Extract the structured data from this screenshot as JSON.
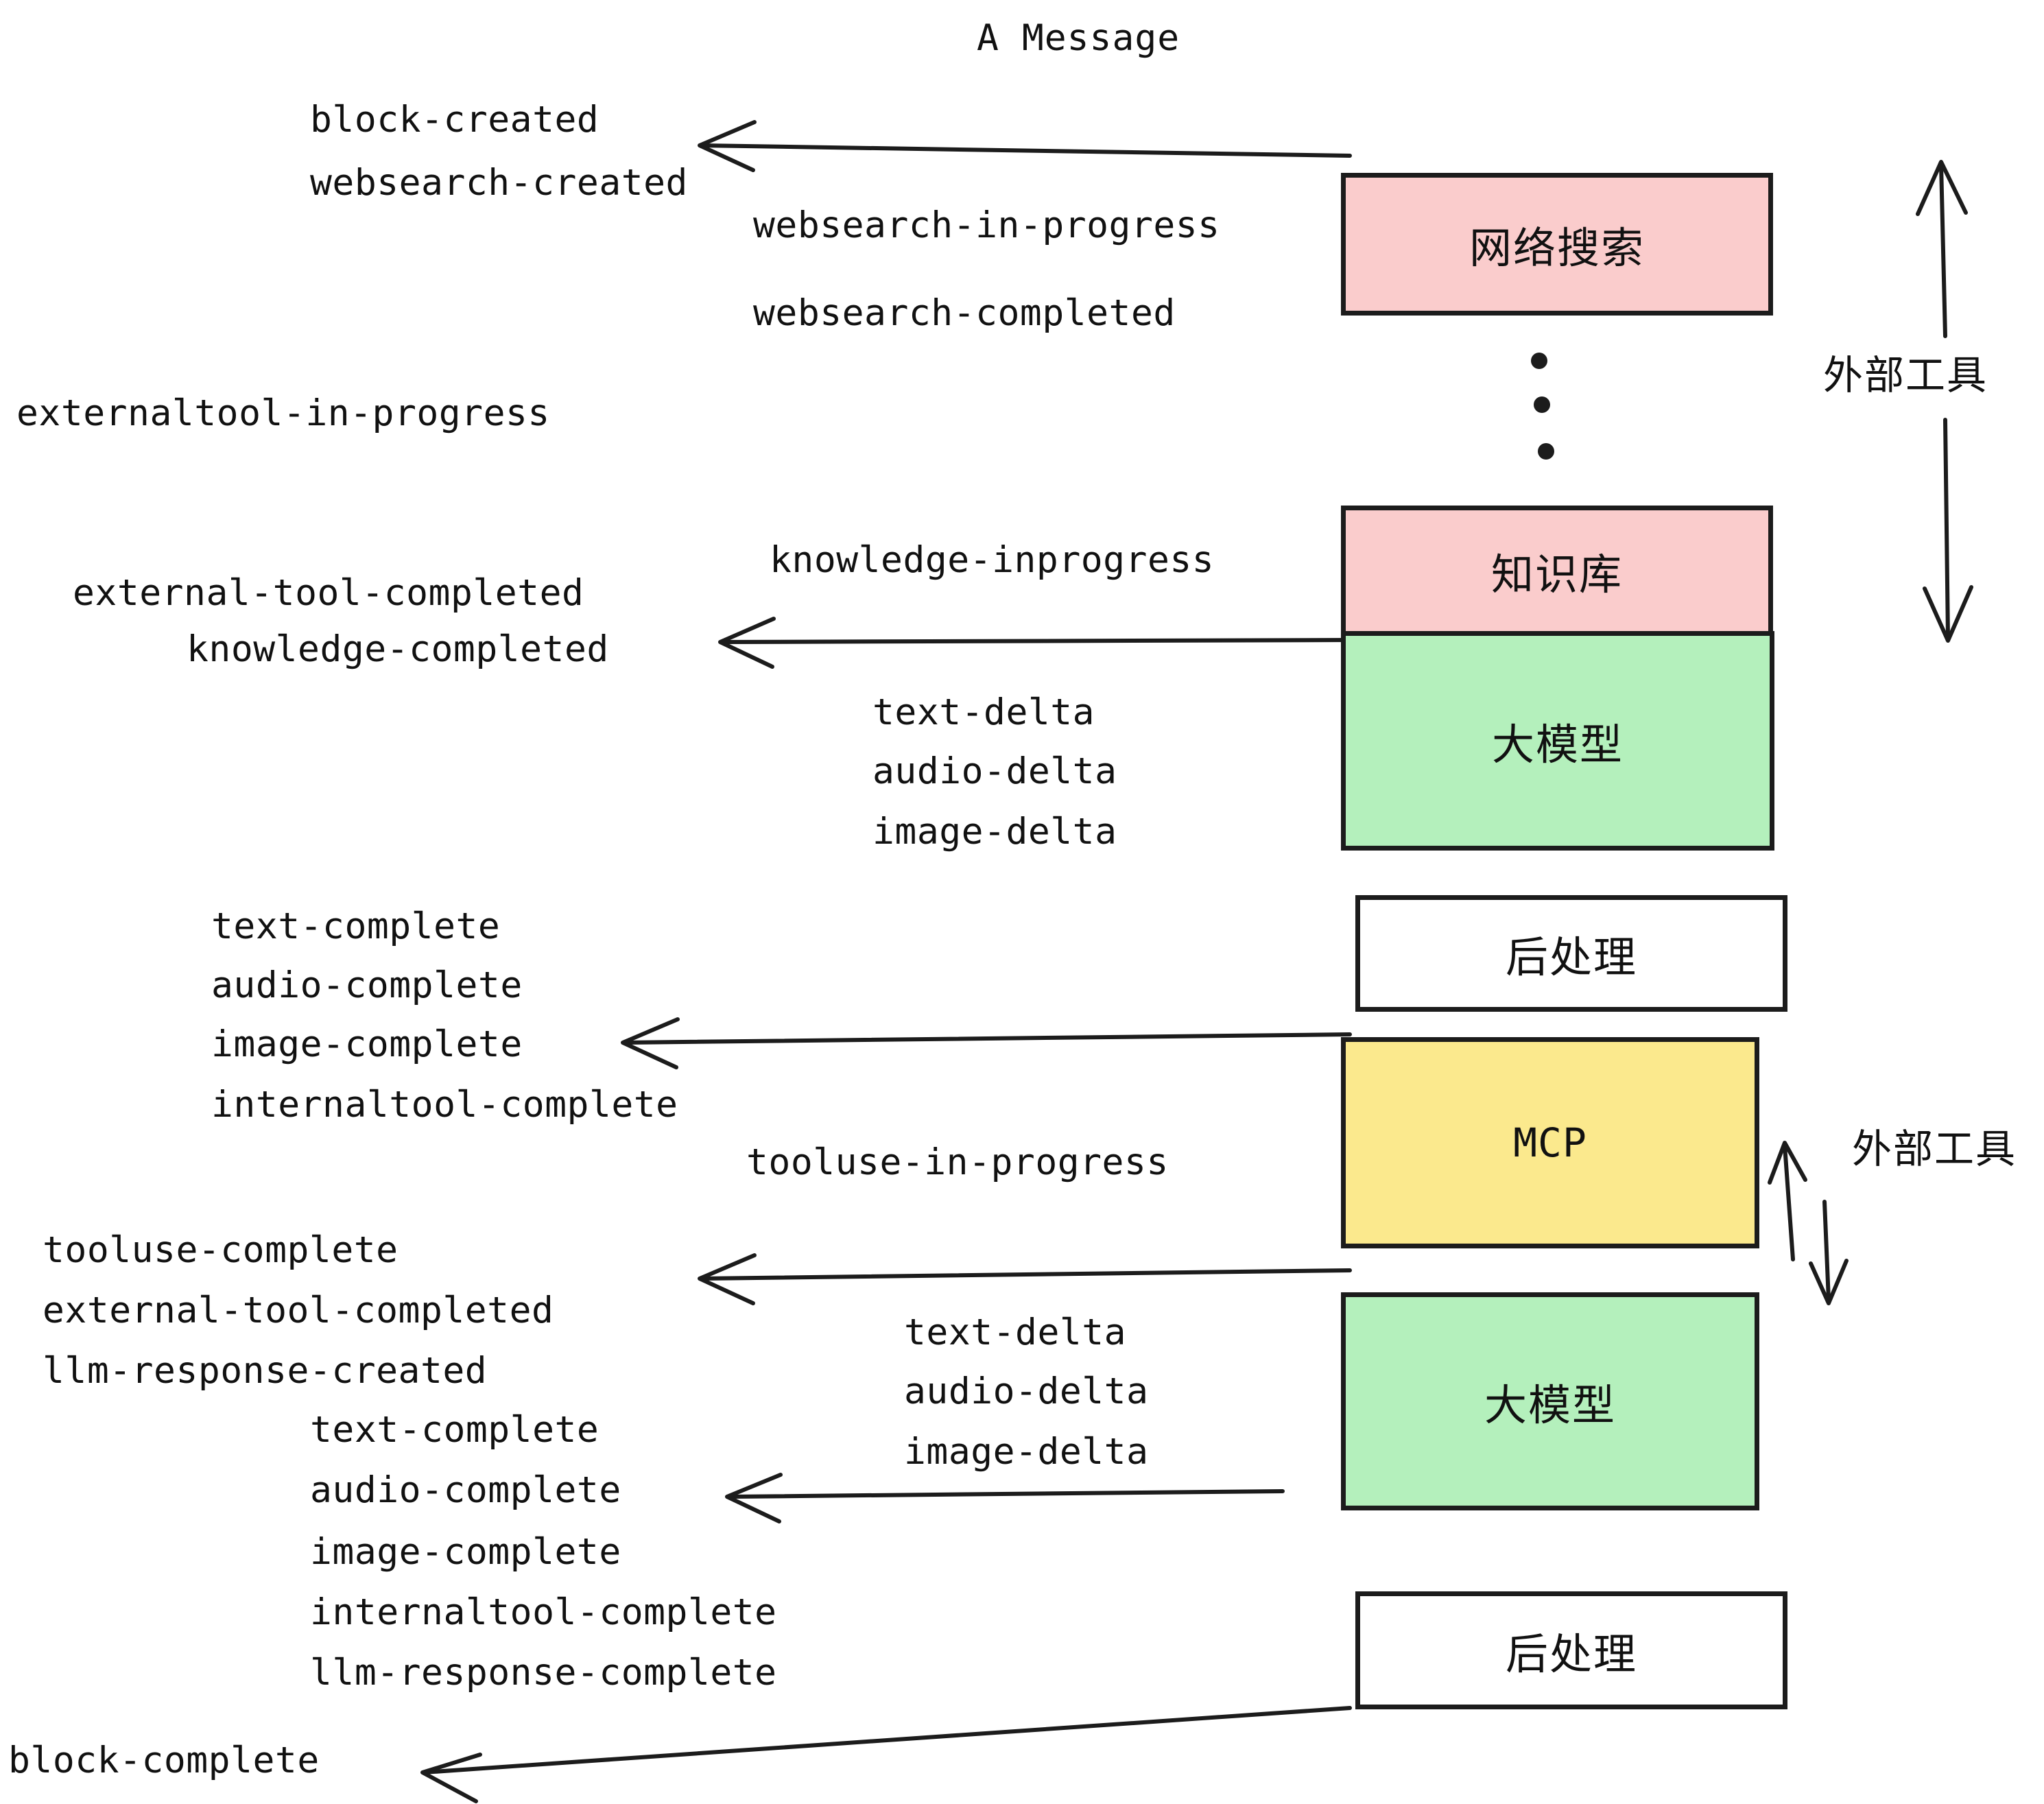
{
  "title": "A Message",
  "colors": {
    "pink": "#FACCCC",
    "green": "#B4F0BC",
    "yellow": "#FBE98D",
    "white": "#FFFFFF",
    "stroke": "#1C1C1C",
    "text": "#111111"
  },
  "nodes": [
    {
      "id": "websearch",
      "label": "网络搜索",
      "fill": "#FACCCC"
    },
    {
      "id": "knowledge",
      "label": "知识库",
      "fill": "#FACCCC"
    },
    {
      "id": "llm-1",
      "label": "大模型",
      "fill": "#B4F0BC"
    },
    {
      "id": "postproc-1",
      "label": "后处理",
      "fill": "#FFFFFF"
    },
    {
      "id": "mcp",
      "label": "MCP",
      "fill": "#FBE98D"
    },
    {
      "id": "llm-2",
      "label": "大模型",
      "fill": "#B4F0BC"
    },
    {
      "id": "postproc-2",
      "label": "后处理",
      "fill": "#FFFFFF"
    }
  ],
  "group_labels": {
    "external_tools_top": "外部工具",
    "external_tools_bottom": "外部工具"
  },
  "events": {
    "block_created": "block-created",
    "websearch_created": "websearch-created",
    "websearch_in_progress": "websearch-in-progress",
    "websearch_completed": "websearch-completed",
    "externaltool_in_progress": "externaltool-in-progress",
    "knowledge_inprogress": "knowledge-inprogress",
    "external_tool_completed_1": "external-tool-completed",
    "knowledge_completed": "knowledge-completed",
    "text_delta_1": "text-delta",
    "audio_delta_1": "audio-delta",
    "image_delta_1": "image-delta",
    "text_complete_1": "text-complete",
    "audio_complete_1": "audio-complete",
    "image_complete_1": "image-complete",
    "internaltool_complete_1": "internaltool-complete",
    "tooluse_in_progress": "tooluse-in-progress",
    "tooluse_complete": "tooluse-complete",
    "external_tool_completed_2": "external-tool-completed",
    "llm_response_created": "llm-response-created",
    "text_delta_2": "text-delta",
    "audio_delta_2": "audio-delta",
    "image_delta_2": "image-delta",
    "text_complete_2": "text-complete",
    "audio_complete_2": "audio-complete",
    "image_complete_2": "image-complete",
    "internaltool_complete_2": "internaltool-complete",
    "llm_response_complete": "llm-response-complete",
    "block_complete": "block-complete"
  }
}
